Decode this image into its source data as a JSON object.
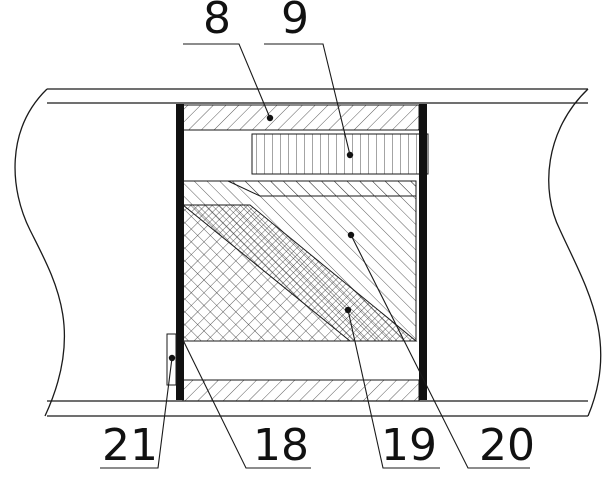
{
  "figure": {
    "labels": {
      "l8": "8",
      "l9": "9",
      "l18": "18",
      "l19": "19",
      "l20": "20",
      "l21": "21"
    }
  },
  "colors": {
    "line": "#1a1a1a",
    "background": "#ffffff"
  }
}
